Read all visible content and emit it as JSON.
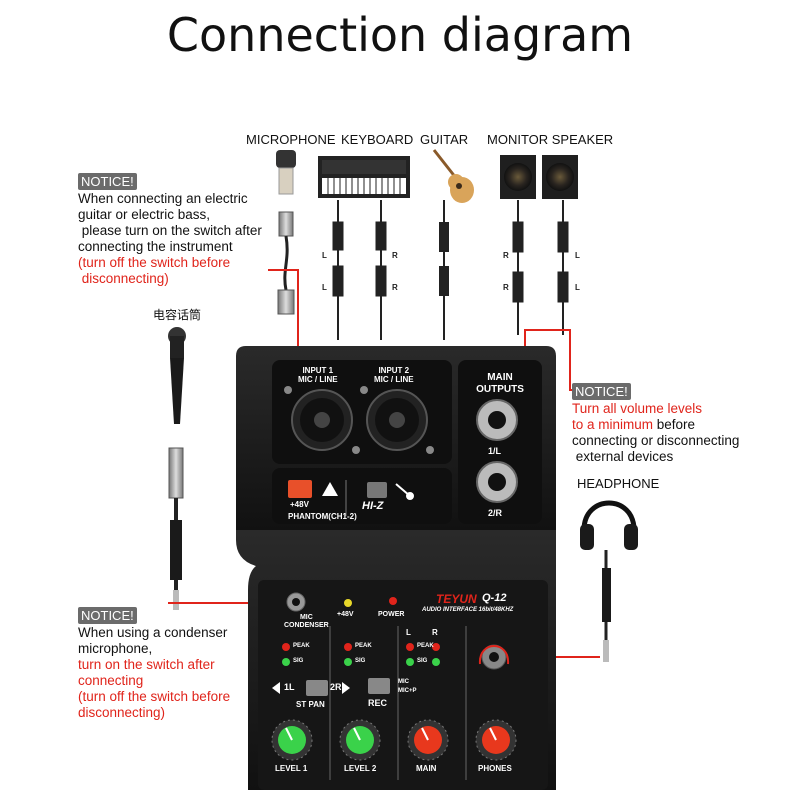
{
  "title": "Connection diagram",
  "devices": {
    "microphone": "MICROPHONE",
    "keyboard": "KEYBOARD",
    "guitar": "GUITAR",
    "monitor_speaker": "MONITOR SPEAKER",
    "handheld_mic": "电容话筒",
    "headphone": "HEADPHONE"
  },
  "notices": {
    "guitar": {
      "tag": "NOTICE!",
      "lines": [
        "When connecting an electric",
        "guitar or electric bass,",
        " please turn on the switch after",
        "connecting the instrument"
      ],
      "red_lines": [
        "(turn off the switch before",
        " disconnecting)"
      ]
    },
    "volume": {
      "tag": "NOTICE!",
      "red_lines": [
        "Turn all volume levels",
        "to a minimum"
      ],
      "after_red": " before",
      "lines": [
        "connecting or disconnecting",
        " external devices"
      ]
    },
    "condenser": {
      "tag": "NOTICE!",
      "lines": [
        "When using a condenser",
        "microphone,"
      ],
      "red_lines": [
        "turn on the switch after",
        "connecting",
        "(turn off the switch before",
        "disconnecting)"
      ]
    }
  },
  "cable_marks": {
    "l": "L",
    "r": "R"
  },
  "interface": {
    "input1": "INPUT 1\nMIC / LINE",
    "input1_a": "INPUT 1",
    "input1_b": "MIC / LINE",
    "input2_a": "INPUT 2",
    "input2_b": "MIC / LINE",
    "main_outputs_a": "MAIN",
    "main_outputs_b": "OUTPUTS",
    "out_1l": "1/L",
    "out_2r": "2/R",
    "plus48v": "+48V",
    "phantom": "PHANTOM(CH1-2)",
    "hiz": "HI-Z",
    "mic_condenser_a": "MIC",
    "mic_condenser_b": "CONDENSER",
    "led_48v": "+48V",
    "power": "POWER",
    "brand": "TEYUN",
    "model": "Q-12",
    "subtitle": "AUDIO INTERFACE 16bit/48KHZ",
    "peak": "PEAK",
    "sig": "SIG",
    "l": "L",
    "r": "R",
    "btn_1l": "1L",
    "btn_2r": "2R",
    "st_pan": "ST PAN",
    "rec": "REC",
    "mic": "MIC",
    "mic_p": "MIC+P",
    "level1": "LEVEL 1",
    "level2": "LEVEL 2",
    "main": "MAIN",
    "phones": "PHONES"
  },
  "colors": {
    "red": "#e0241b",
    "panel": "#1c1c1c",
    "knob_green": "#3ad24a",
    "knob_red": "#e8381d"
  }
}
